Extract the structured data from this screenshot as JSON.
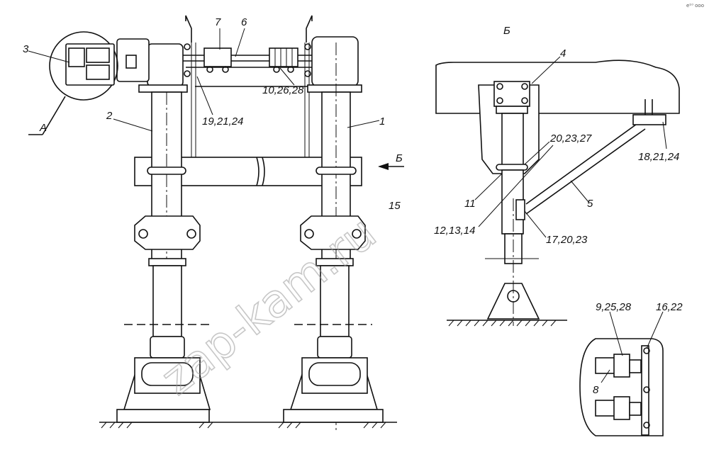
{
  "labels": {
    "l1": "1",
    "l2": "2",
    "l3": "3",
    "l4": "4",
    "l5": "5",
    "l6": "6",
    "l7": "7",
    "l8": "8",
    "l11": "11",
    "l15": "15",
    "lA": "А",
    "lB_view": "Б",
    "lB_arrow": "Б",
    "l10_26_28": "10,26,28",
    "l19_21_24": "19,21,24",
    "l20_23_27": "20,23,27",
    "l18_21_24": "18,21,24",
    "l12_13_14": "12,13,14",
    "l17_20_23": "17,20,23",
    "l9_25_28": "9,25,28",
    "l16_22": "16,22"
  },
  "watermark": "zap-kam.ru",
  "corner_mark": "e¹⁰ ooo"
}
